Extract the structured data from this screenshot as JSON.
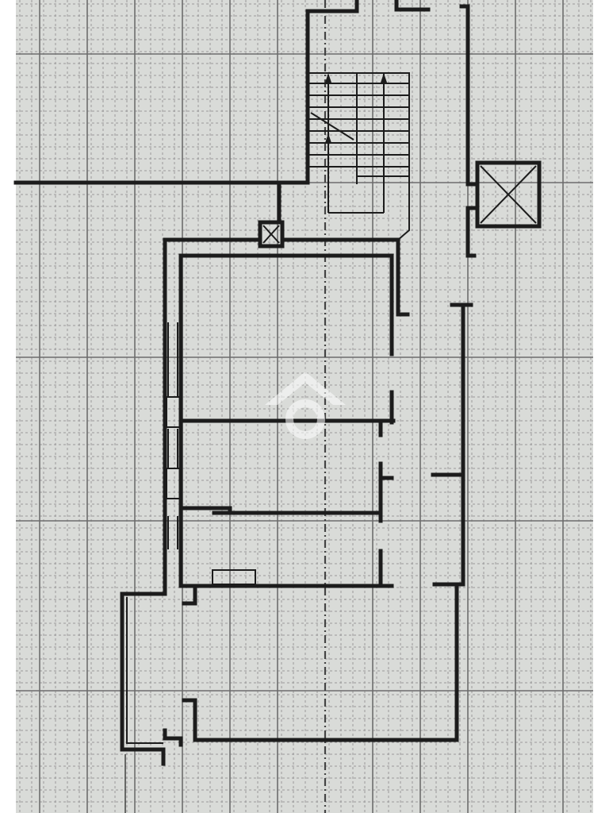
{
  "colors": {
    "paper": "#d9dbd8",
    "wall": "#1c1c1c",
    "grid_major": "#6d6d6d",
    "grid_minor": "#9a9a9a",
    "watermark": "#ffffff"
  },
  "icons": [
    "staircase-icon",
    "elevator-shaft-icon",
    "ventilation-duct-icon",
    "watermark-logo-icon"
  ],
  "rooms": [
    {
      "id": "room-upper"
    },
    {
      "id": "room-middle"
    },
    {
      "id": "room-lower-small"
    },
    {
      "id": "room-bottom-large"
    },
    {
      "id": "corridor"
    },
    {
      "id": "balcony"
    }
  ]
}
